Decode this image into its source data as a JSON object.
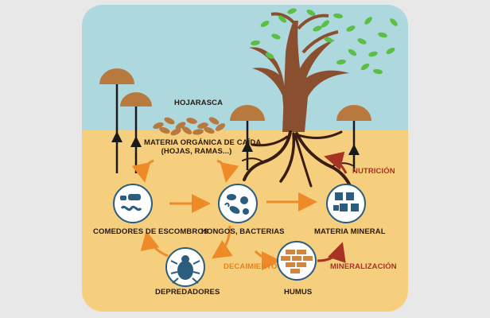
{
  "labels": {
    "hojarasca": "HOJARASCA",
    "materia_organica_line1": "MATERIA ORGÁNICA DE CAÍDA",
    "materia_organica_line2": "(HOJAS, RAMAS...)",
    "comedores": "COMEDORES DE ESCOMBROS",
    "hongos": "HONGOS, BACTERIAS",
    "materia_mineral": "MATERIA MINERAL",
    "depredadores": "DEPREDADORES",
    "humus": "HUMUS",
    "decaimiento": "DECAIMIENTO",
    "mineralizacion": "MINERALIZACIÓN",
    "nutricion": "NUTRICIÓN"
  },
  "icons": {
    "comedores": "worms-mites-icon",
    "hongos": "bacteria-icon",
    "materia_mineral": "mineral-cubes-icon",
    "depredadores": "beetle-icon",
    "humus": "bricks-icon"
  },
  "colors": {
    "sky": "#acd8de",
    "soil": "#f5cf7e",
    "trunk": "#8a4f2e",
    "mushroom_cap": "#b7793e",
    "flow_arrow": "#ee8a28",
    "nutrient_arrow": "#a83224",
    "icon_dark": "#2a5d7e",
    "leaf": "#5bbf45"
  }
}
